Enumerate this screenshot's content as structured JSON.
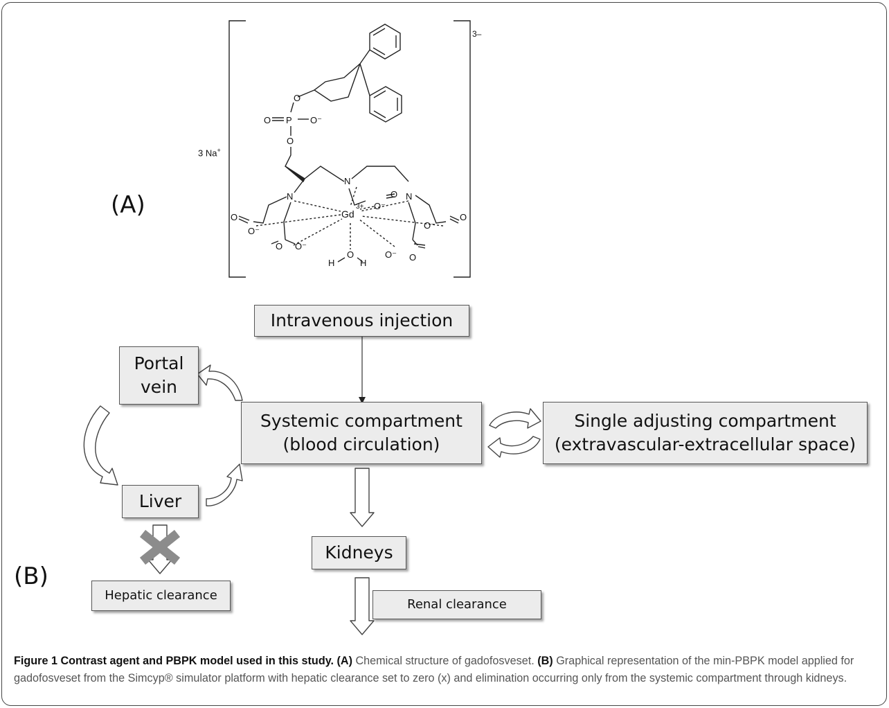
{
  "panel_a_label": "(A)",
  "panel_b_label": "(B)",
  "molecule": {
    "counter_ion": "3 Na",
    "counter_ion_charge": "+",
    "complex_charge": "3–",
    "metal": "Gd",
    "metal_charge": "3+",
    "atom_o": "O",
    "atom_p": "P",
    "atom_n": "N",
    "atom_h": "H",
    "o_minus": "O⁻"
  },
  "nodes": {
    "iv_injection": "Intravenous injection",
    "portal_vein_line1": "Portal",
    "portal_vein_line2": "vein",
    "systemic_line1": "Systemic compartment",
    "systemic_line2": "(blood circulation)",
    "single_line1": "Single adjusting compartment",
    "single_line2": "(extravascular-extracellular space)",
    "liver": "Liver",
    "kidneys": "Kidneys",
    "hepatic_clearance": "Hepatic clearance",
    "renal_clearance": "Renal clearance"
  },
  "caption": {
    "bold_title": "Figure 1 Contrast agent and PBPK model used in this study.",
    "a_tag": "(A)",
    "a_text": "Chemical structure of gadofosveset.",
    "b_tag": "(B)",
    "b_text": "Graphical representation of the min-PBPK model applied for gadofosveset from the Simcyp® simulator platform with hepatic clearance set to zero (x) and elimination occurring only from the systemic compartment through kidneys."
  },
  "colors": {
    "box_fill": "#ececec",
    "arrow_fill": "#ffffff",
    "x_mark": "#8c8c8c",
    "caption_text": "#555555"
  }
}
